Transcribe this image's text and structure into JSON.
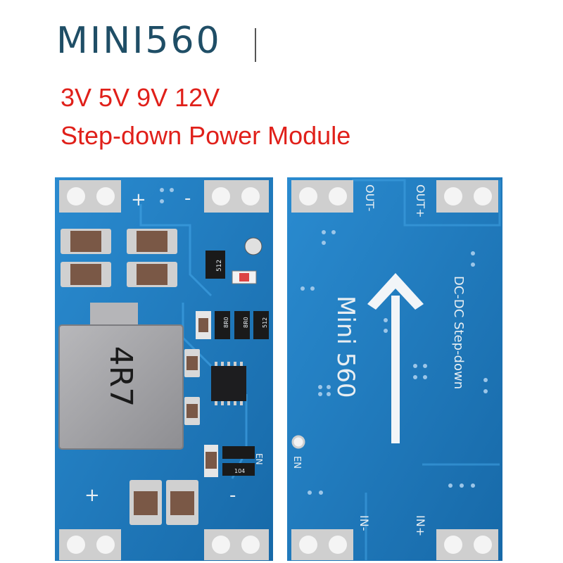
{
  "header": {
    "title": "MINI560",
    "line1": "3V 5V 9V 12V",
    "line2": "Step-down Power Module"
  },
  "front_board": {
    "plus_top": "+",
    "minus_top": "-",
    "plus_bottom": "+",
    "minus_bottom": "-",
    "inductor_label": "4R7",
    "en_label": "EN",
    "res_labels": [
      "512",
      "8R0",
      "8R0",
      "512",
      "104"
    ]
  },
  "back_board": {
    "out_minus": "OUT-",
    "out_plus": "OUT+",
    "model": "Mini 560",
    "desc": "DC-DC Step-down",
    "en": "EN",
    "in_minus": "IN-",
    "in_plus": "IN+"
  },
  "colors": {
    "title": "#1f4e66",
    "subtitle": "#e0201a",
    "pcb": "#1f7fc2",
    "pad": "#c9c9c9",
    "inductor": "#a7a7aa"
  }
}
